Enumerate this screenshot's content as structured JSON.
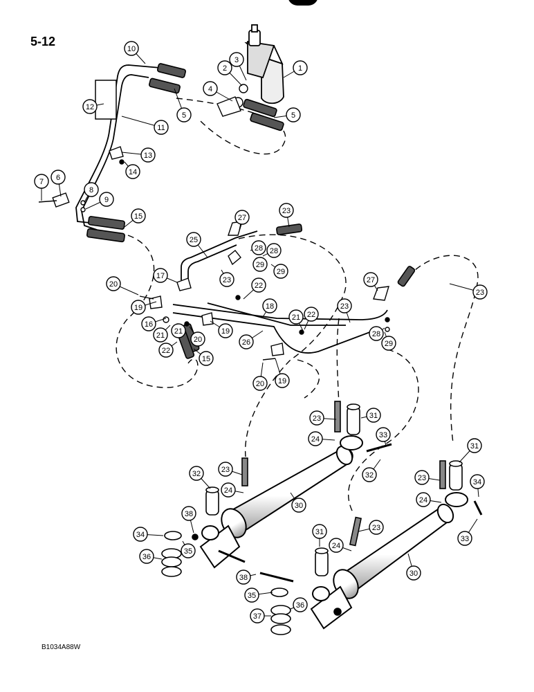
{
  "page_number": "5-12",
  "figure_code": "B1034A88W",
  "callouts": [
    "1",
    "2",
    "3",
    "4",
    "5",
    "5",
    "6",
    "7",
    "8",
    "9",
    "10",
    "11",
    "12",
    "13",
    "14",
    "15",
    "15",
    "16",
    "17",
    "18",
    "19",
    "19",
    "19",
    "20",
    "20",
    "20",
    "21",
    "21",
    "21",
    "22",
    "22",
    "22",
    "23",
    "23",
    "23",
    "23",
    "23",
    "23",
    "23",
    "23",
    "24",
    "24",
    "24",
    "24",
    "25",
    "26",
    "27",
    "27",
    "28",
    "28",
    "28",
    "29",
    "29",
    "29",
    "30",
    "30",
    "31",
    "31",
    "31",
    "32",
    "32",
    "33",
    "33",
    "34",
    "34",
    "35",
    "35",
    "36",
    "36",
    "37",
    "38",
    "38"
  ]
}
